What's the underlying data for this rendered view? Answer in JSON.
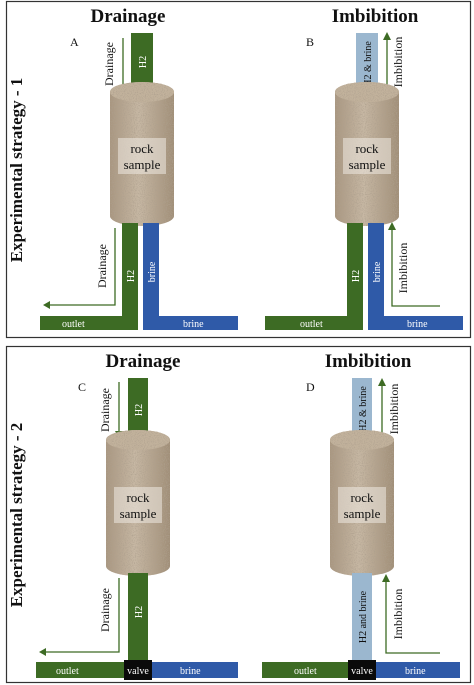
{
  "strategies": [
    {
      "label": "Experimental strategy - 1",
      "panels": [
        {
          "letter": "A",
          "title": "Drainage",
          "sample_line1": "rock",
          "sample_line2": "sample",
          "top_pipe_label": "H2",
          "top_flow_label": "Drainage",
          "bottom_flow_label": "Drainage",
          "left_pipe_label": "H2",
          "right_pipe_label": "brine",
          "outlet_label": "outlet",
          "inlet_label": "brine"
        },
        {
          "letter": "B",
          "title": "Imbibition",
          "sample_line1": "rock",
          "sample_line2": "sample",
          "top_pipe_label": "H2 & brine",
          "top_flow_label": "Imbibition",
          "bottom_flow_label": "Imbibition",
          "left_pipe_label": "H2",
          "right_pipe_label": "brine",
          "outlet_label": "outlet",
          "inlet_label": "brine"
        }
      ]
    },
    {
      "label": "Experimental strategy - 2",
      "panels": [
        {
          "letter": "C",
          "title": "Drainage",
          "sample_line1": "rock",
          "sample_line2": "sample",
          "top_pipe_label": "H2",
          "top_flow_label": "Drainage",
          "bottom_flow_label": "Drainage",
          "bottom_pipe_label": "H2",
          "outlet_label": "outlet",
          "valve_label": "valve",
          "inlet_label": "brine"
        },
        {
          "letter": "D",
          "title": "Imbibition",
          "sample_line1": "rock",
          "sample_line2": "sample",
          "top_pipe_label": "H2 & brine",
          "top_flow_label": "Imbibition",
          "bottom_flow_label": "Imbibition",
          "bottom_pipe_label": "H2 and brine",
          "outlet_label": "outlet",
          "valve_label": "valve",
          "inlet_label": "brine"
        }
      ]
    }
  ],
  "colors": {
    "h2_green": "#3d6b24",
    "h2_brine_light_blue": "#9bb7cf",
    "brine_blue": "#2f5aa8",
    "valve_black": "#0a0a0a",
    "rock_tan": "#b8a791",
    "frame": "#333333",
    "text": "#111111"
  }
}
